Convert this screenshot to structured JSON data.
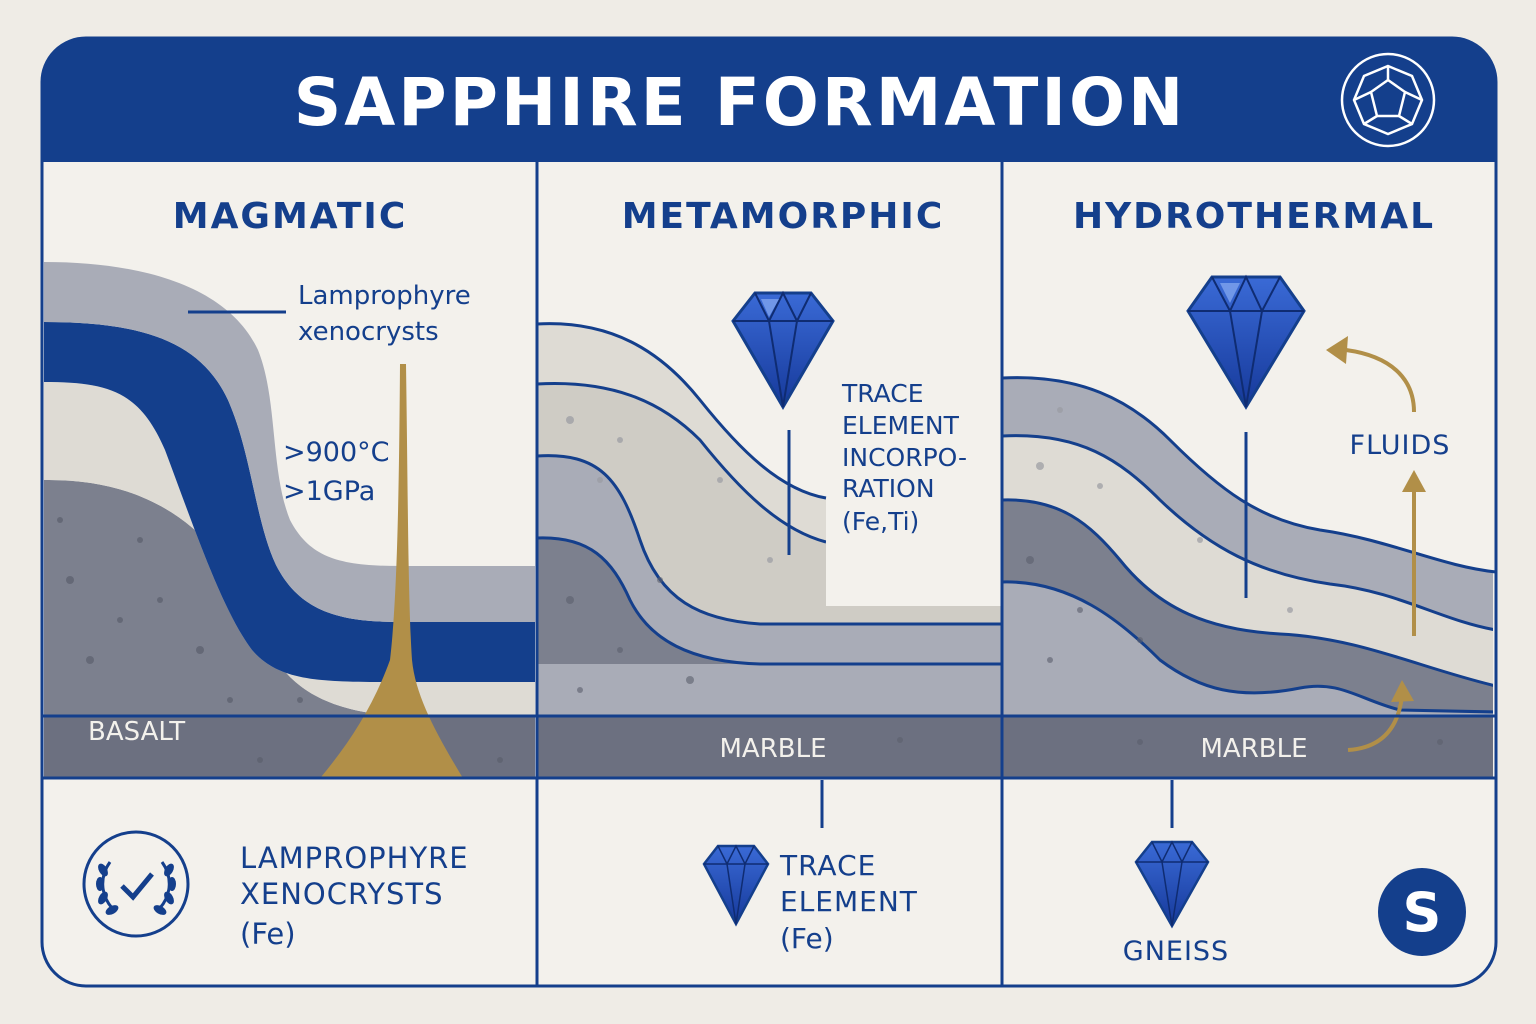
{
  "title": "SAPPHIRE FORMATION",
  "colors": {
    "navy": "#143f8c",
    "background": "#efece6",
    "panel": "#f3f1ec",
    "light_rock": "#dedbd4",
    "mid_rock": "#a9acb7",
    "dark_rock": "#7c808e",
    "darkest_rock": "#6c7080",
    "gold": "#b18f48",
    "gem": "#1f4cb8"
  },
  "icons": {
    "title_badge": "gem-outline-icon",
    "bottom_left_badge": "laurel-check-icon",
    "bottom_right_badge": "s-circle-icon",
    "gemstones": "sapphire-gem-icon",
    "fluid_arrows": "curved-arrow-icon"
  },
  "panels": [
    {
      "heading": "MAGMATIC",
      "callout_lines": [
        "Lamprophyre",
        "xenocrysts"
      ],
      "conditions": [
        ">900°C",
        ">1GPa"
      ],
      "base_rock": "BASALT",
      "footer_lines": [
        "LAMPROPHYRE",
        "XENOCRYSTS",
        "(Fe)"
      ]
    },
    {
      "heading": "METAMORPHIC",
      "callout_lines": [
        "TRACE",
        "ELEMENT",
        "INCORPO-",
        "RATION",
        "(Fe,Ti)"
      ],
      "base_rock": "MARBLE",
      "footer_lines": [
        "TRACE",
        "ELEMENT",
        "(Fe)"
      ]
    },
    {
      "heading": "HYDROTHERMAL",
      "callout_lines": [
        "FLUIDS"
      ],
      "base_rock": "MARBLE",
      "footer_lines": [
        "GNEISS"
      ]
    }
  ]
}
